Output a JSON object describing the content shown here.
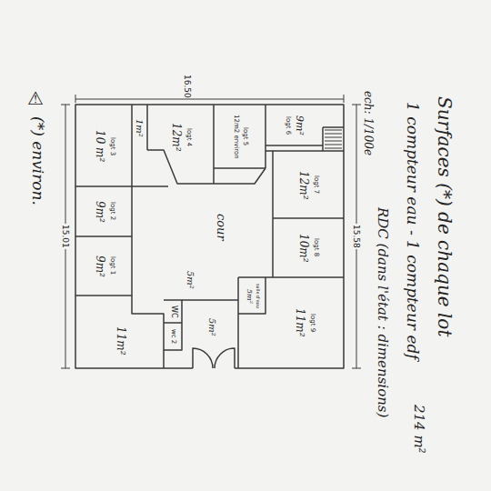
{
  "diagram": {
    "title": "Surfaces (*) de chaque lot",
    "nodes": [
      {
        "text": [
          "logt 3",
          "10 m²"
        ]
      },
      {
        "text": [
          "1m²"
        ]
      },
      {
        "text": [
          "logt 4",
          "12m²"
        ]
      },
      {
        "text": [
          "logt 5",
          "12m2 environ"
        ]
      },
      {
        "text": [
          "9m²",
          "logt 6"
        ]
      },
      {
        "text": [
          "logt 7",
          "12m²"
        ]
      },
      {
        "text": [
          "logt 2",
          "9m²"
        ]
      },
      {
        "text": [
          "cour"
        ]
      },
      {
        "text": [
          "logt 8",
          "10m²"
        ]
      },
      {
        "text": [
          "logt 1",
          "9m²"
        ]
      },
      {
        "text": [
          "logt 9",
          "11m²"
        ]
      },
      {
        "text": [
          "salle d'eau",
          "5m²"
        ],
        "in": 10
      },
      {
        "text": [
          "WC"
        ]
      },
      {
        "text": [
          "wc 2"
        ]
      },
      {
        "text": [
          "11m²"
        ]
      }
    ],
    "labels": [
      "1 compteur eau - 1 compteur edf",
      "RDC (dans l'état : dimensions)",
      "ech: 1/100e",
      "16.50",
      "15.58",
      "15.01",
      "214 m²",
      "⚠",
      "(*) environ.",
      "5m²",
      "5m²"
    ]
  }
}
